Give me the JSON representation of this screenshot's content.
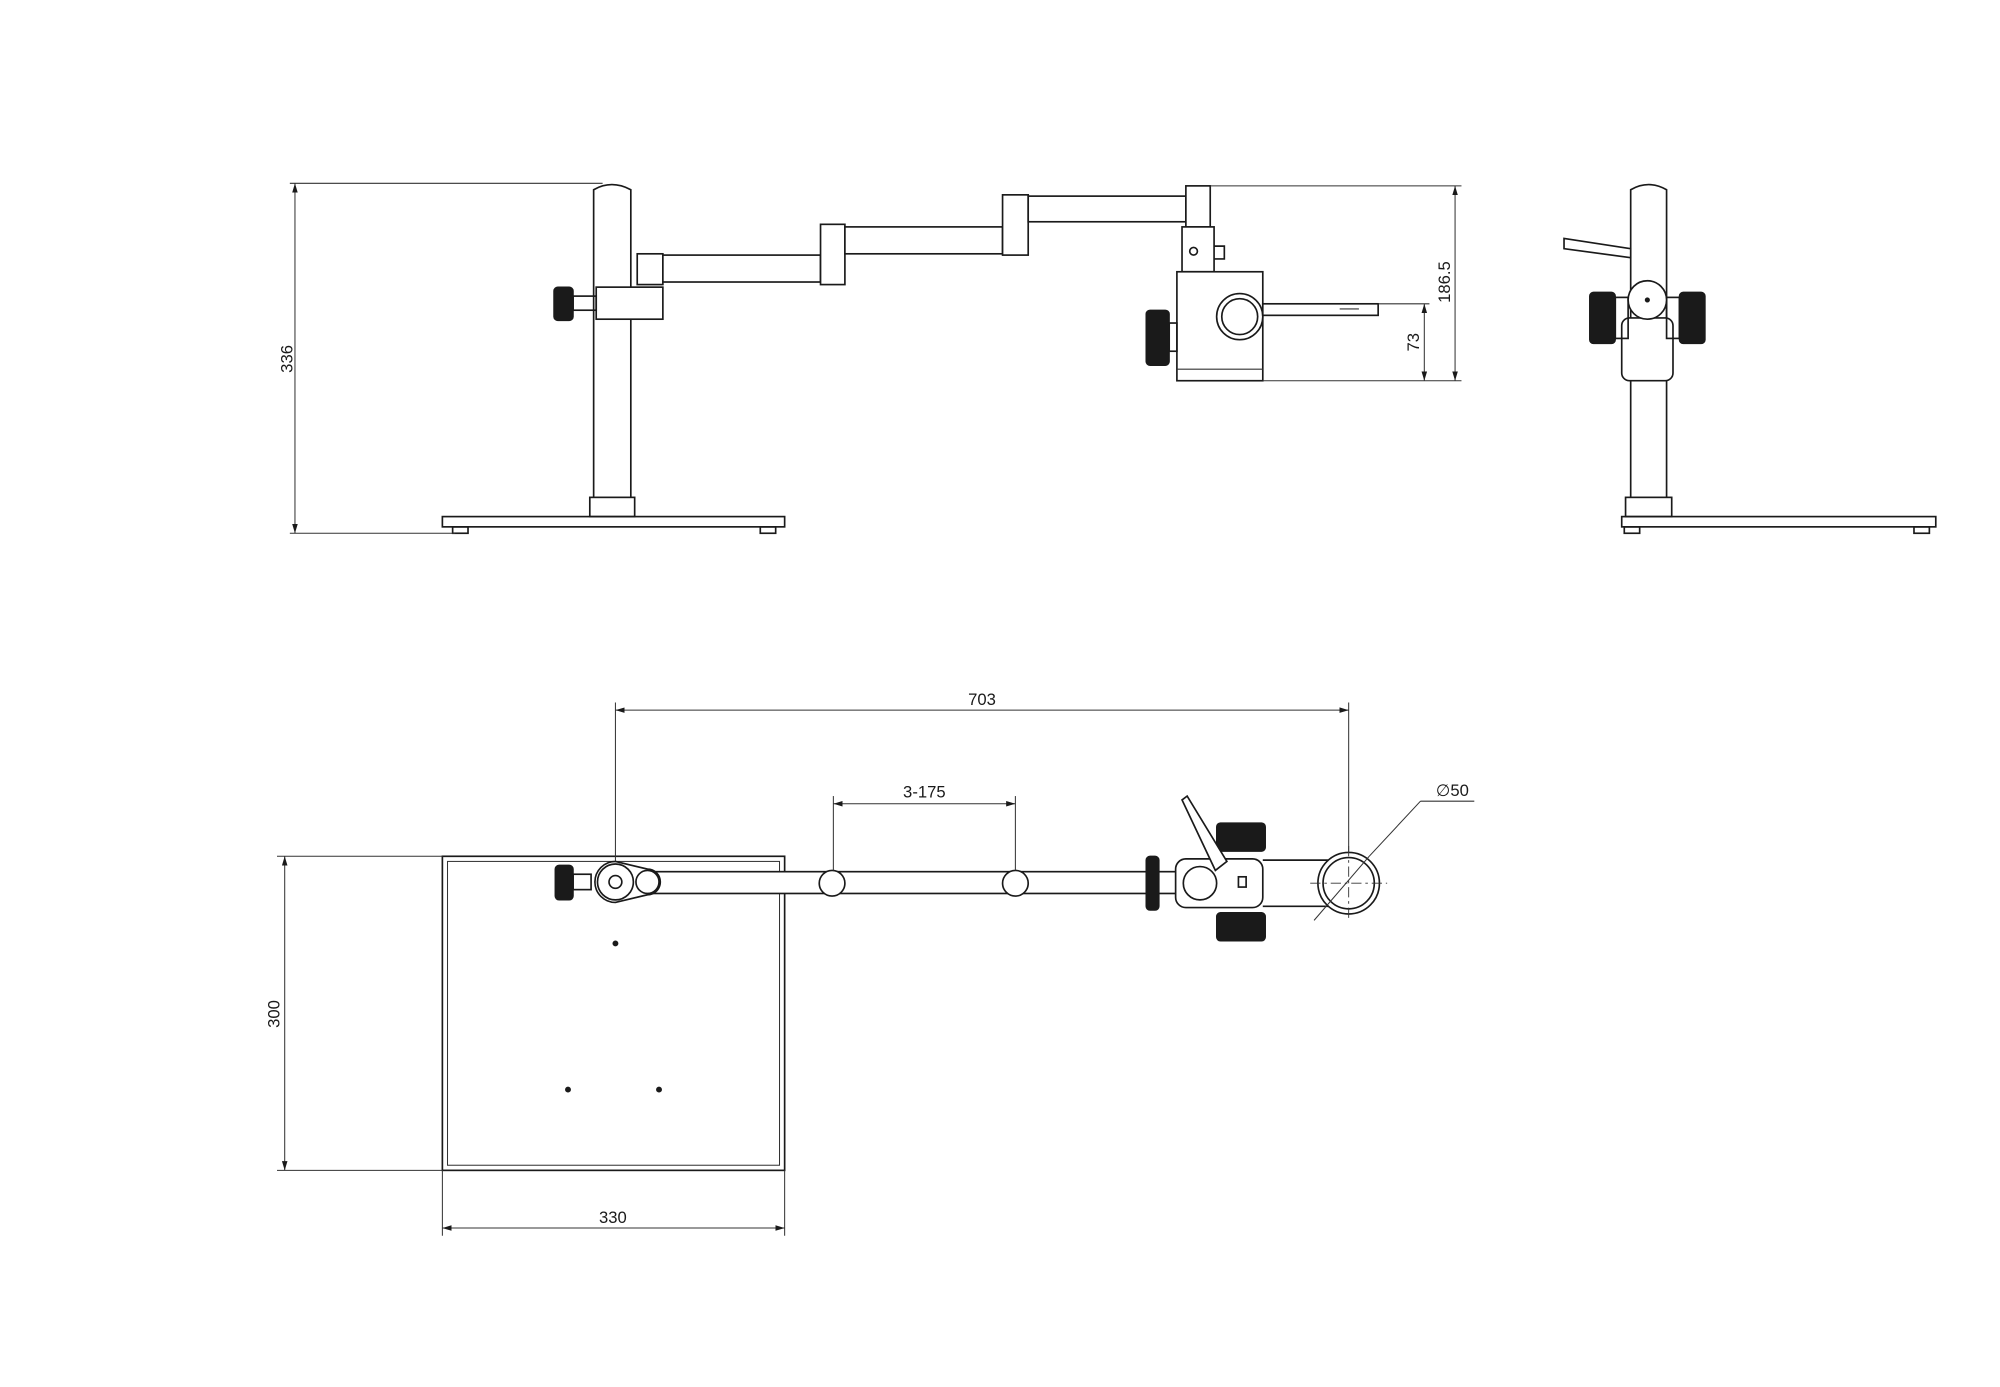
{
  "drawing": {
    "views": [
      "front-view",
      "side-view",
      "top-view"
    ],
    "dimensions": {
      "total_height": "336",
      "arm_height": "186.5",
      "holder_height": "73",
      "reach": "703",
      "arm_segments": "3-175",
      "holder_diameter": "∅50",
      "base_depth": "300",
      "base_width": "330"
    },
    "line_color": "#1a1a1a"
  }
}
